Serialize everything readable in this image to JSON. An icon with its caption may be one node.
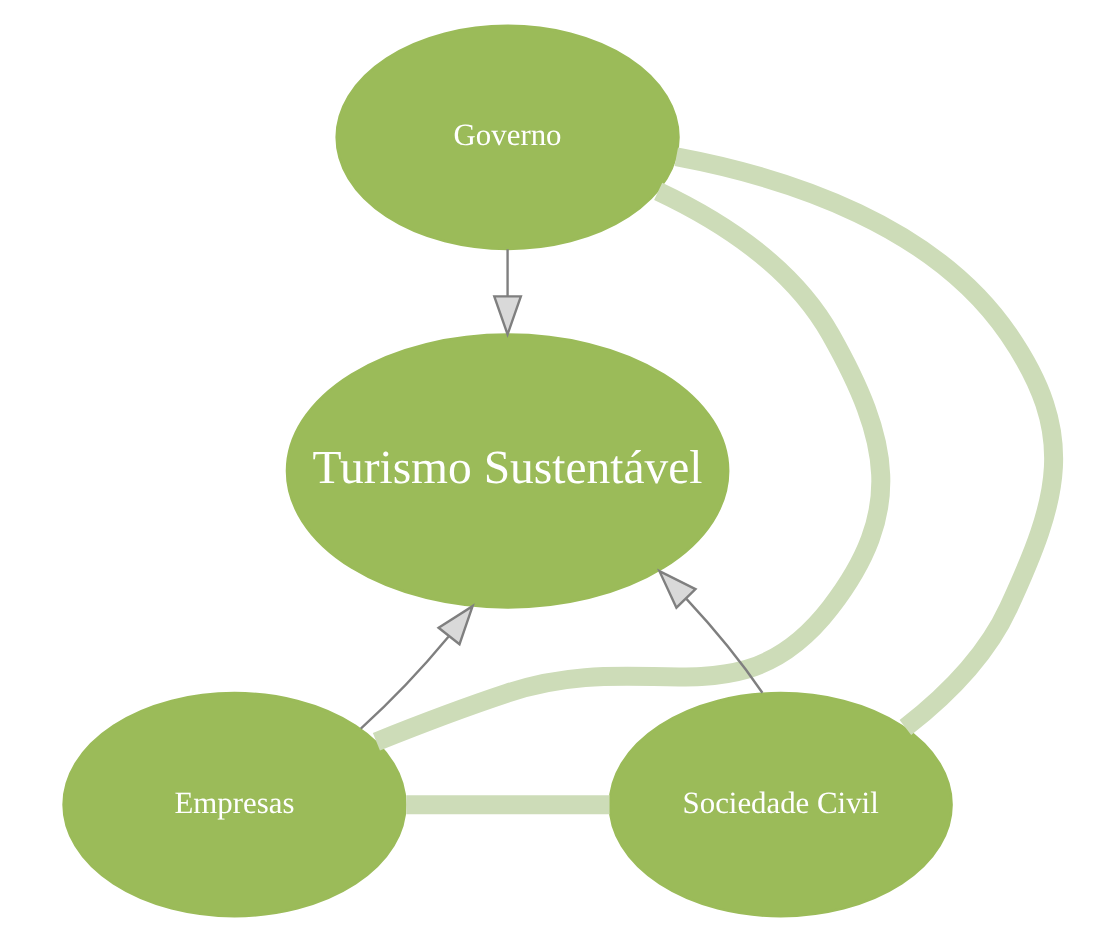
{
  "diagram": {
    "nodes": [
      {
        "text": [
          "Governo"
        ]
      },
      {
        "text": [
          "Turismo Sustentável"
        ]
      },
      {
        "text": [
          "Empresas"
        ]
      },
      {
        "text": [
          "Sociedade Civil"
        ]
      }
    ],
    "edges": [
      {
        "from": 0,
        "to": 1,
        "arrow": "to"
      },
      {
        "from": 2,
        "to": 1,
        "arrow": "to"
      },
      {
        "from": 3,
        "to": 1,
        "arrow": "to"
      },
      {
        "from": 0,
        "to": 2,
        "arrow": "none",
        "style": "thick",
        "color": "#cddcb8"
      },
      {
        "from": 0,
        "to": 3,
        "arrow": "none",
        "style": "thick",
        "color": "#cddcb8"
      },
      {
        "from": 2,
        "to": 3,
        "arrow": "none",
        "style": "thick",
        "color": "#cddcb8"
      }
    ]
  }
}
